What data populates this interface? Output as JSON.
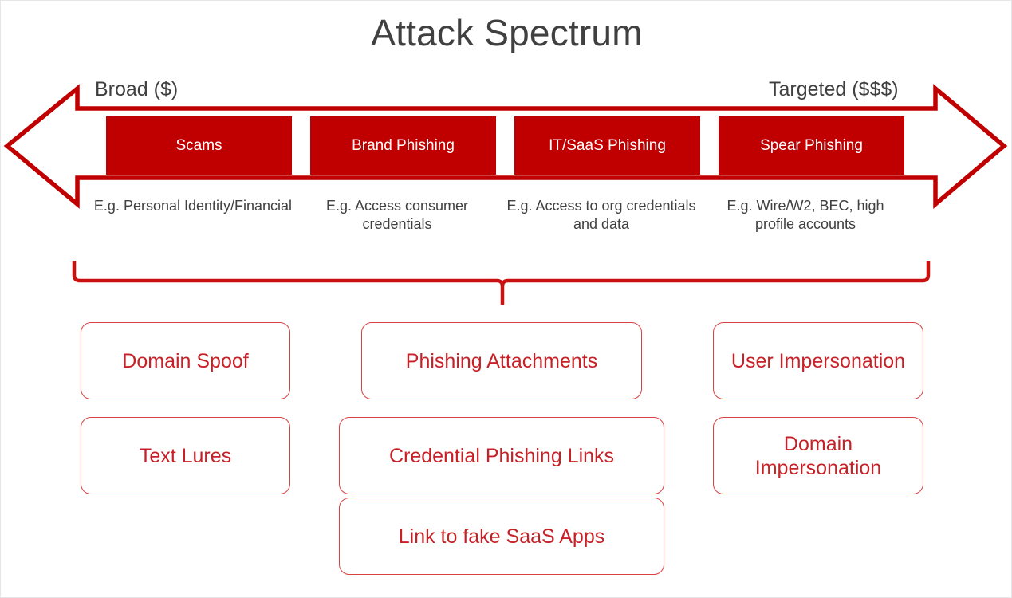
{
  "title": "Attack Spectrum",
  "colors": {
    "red_fill": "#C00000",
    "red_outline": "#D94141",
    "red_text": "#C52127",
    "dark_text": "#404040",
    "background": "#FFFFFF"
  },
  "spectrum": {
    "left_label": "Broad ($)",
    "right_label": "Targeted ($$$)",
    "stages": [
      {
        "label": "Scams",
        "example": "E.g. Personal Identity/Financial"
      },
      {
        "label": "Brand Phishing",
        "example": "E.g. Access consumer credentials"
      },
      {
        "label": "IT/SaaS Phishing",
        "example": "E.g. Access to org credentials and data"
      },
      {
        "label": "Spear Phishing",
        "example": "E.g. Wire/W2, BEC, high profile accounts"
      }
    ]
  },
  "techniques": {
    "left_column": [
      "Domain Spoof",
      "Text Lures"
    ],
    "center_column": [
      "Phishing Attachments",
      "Credential Phishing Links",
      "Link to fake SaaS Apps"
    ],
    "right_column": [
      "User Impersonation",
      "Domain Impersonation"
    ]
  }
}
